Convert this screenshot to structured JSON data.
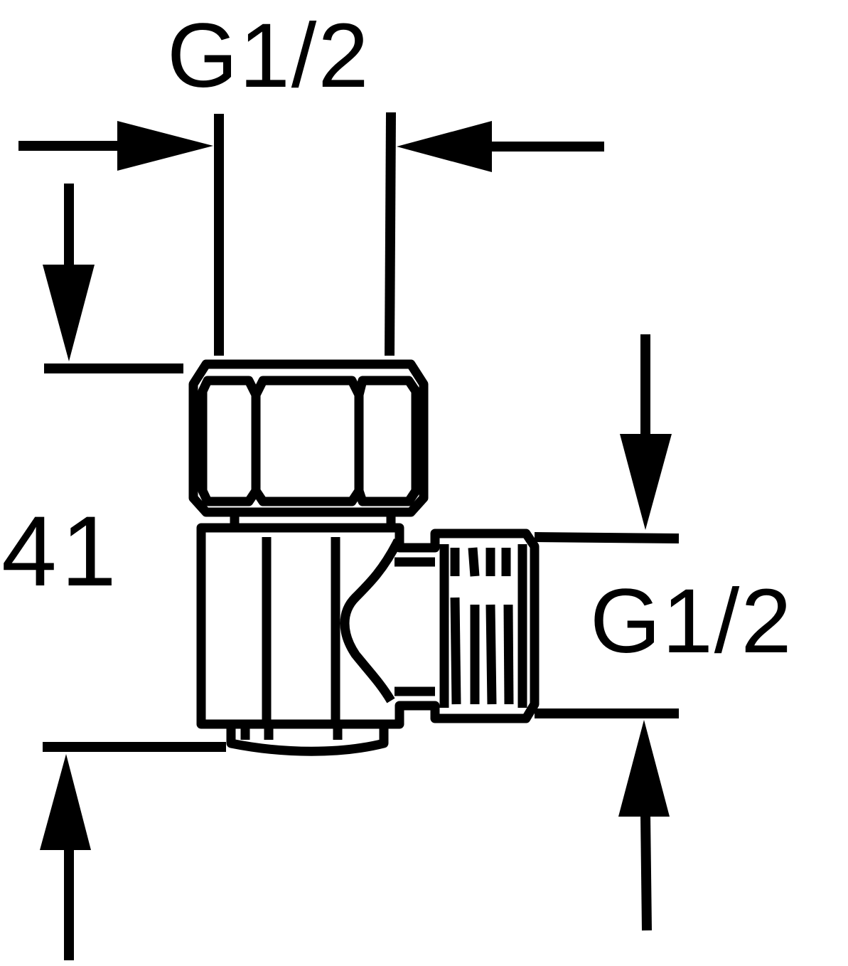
{
  "drawing": {
    "subject": "angle-fitting-dimension-drawing",
    "labels": {
      "top_thread": "G1/2",
      "side_thread": "G1/2",
      "height": "41"
    },
    "colors": {
      "ink": "#000000",
      "paper": "#ffffff"
    }
  }
}
